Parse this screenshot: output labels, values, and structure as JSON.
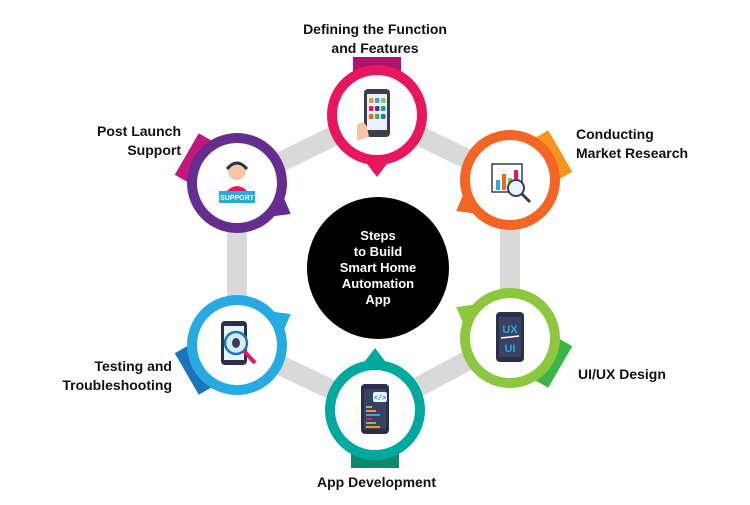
{
  "center_title": [
    "Steps",
    "to Build",
    "Smart Home",
    "Automation",
    "App"
  ],
  "steps": [
    {
      "id": "function",
      "label": [
        "Defining the Function",
        "and Features"
      ],
      "color": "#e8175d",
      "color2": "#b0126f",
      "icon": "smartphone-app-icon"
    },
    {
      "id": "research",
      "label": [
        "Conducting",
        "Market Research"
      ],
      "color": "#f26522",
      "color2": "#f7941d",
      "icon": "chart-magnifier-icon"
    },
    {
      "id": "uiux",
      "label": [
        "UI/UX Design"
      ],
      "color": "#8dc63f",
      "color2": "#39b54a",
      "icon": "ux-ui-phone-icon",
      "screen_top": "UX",
      "screen_bottom": "UI"
    },
    {
      "id": "dev",
      "label": [
        "App Development"
      ],
      "color": "#00a99d",
      "color2": "#0b8a6d",
      "icon": "code-phone-icon",
      "code": "</>"
    },
    {
      "id": "testing",
      "label": [
        "Testing and",
        "Troubleshooting"
      ],
      "color": "#27aae1",
      "color2": "#1c75bc",
      "icon": "bug-magnifier-icon"
    },
    {
      "id": "support",
      "label": [
        "Post Launch",
        "Support"
      ],
      "color": "#662d91",
      "color2": "#c2187b",
      "icon": "support-agent-icon",
      "badge": "SUPPORT"
    }
  ],
  "colors": {
    "connector": "#d9d9d9",
    "center": "#000000",
    "text": "#111111"
  }
}
